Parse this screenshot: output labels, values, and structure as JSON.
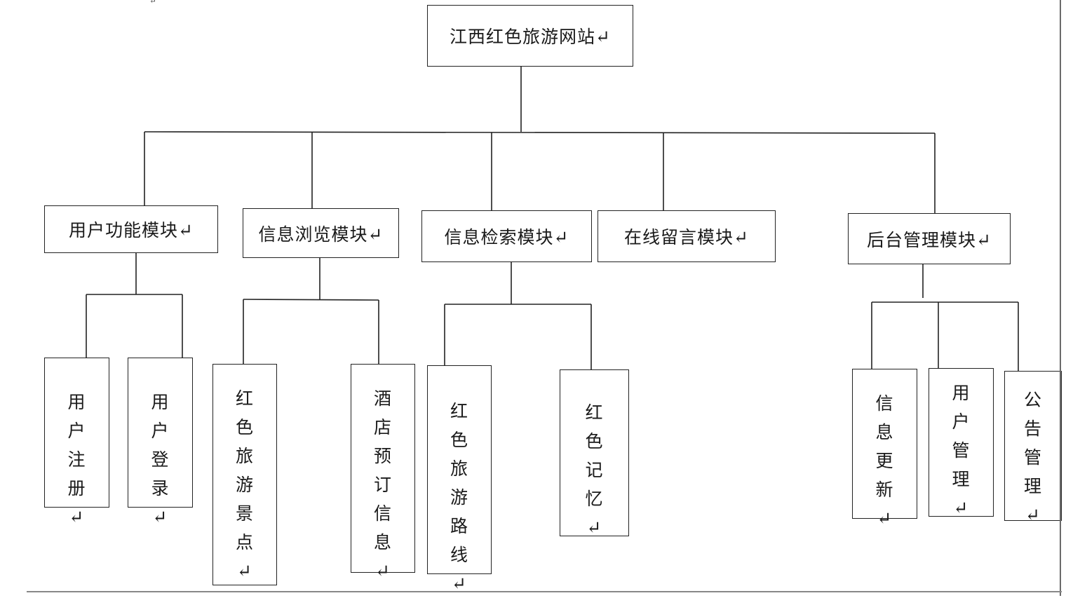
{
  "root": {
    "label": "江西红色旅游网站↵"
  },
  "modules": [
    {
      "label": "用户功能模块↵"
    },
    {
      "label": "信息浏览模块↵"
    },
    {
      "label": "信息检索模块↵"
    },
    {
      "label": "在线留言模块↵"
    },
    {
      "label": "后台管理模块↵"
    }
  ],
  "leaves": [
    {
      "label": "用户注册↵"
    },
    {
      "label": "用户登录↵"
    },
    {
      "label": "红色旅游景点↵"
    },
    {
      "label": "酒店预订信息↵"
    },
    {
      "label": "红色旅游路线↵"
    },
    {
      "label": "红色记忆↵"
    },
    {
      "label": "信息更新↵"
    },
    {
      "label": "用户管理↵"
    },
    {
      "label": "公告管理↵"
    }
  ],
  "stray_mark": "↵"
}
